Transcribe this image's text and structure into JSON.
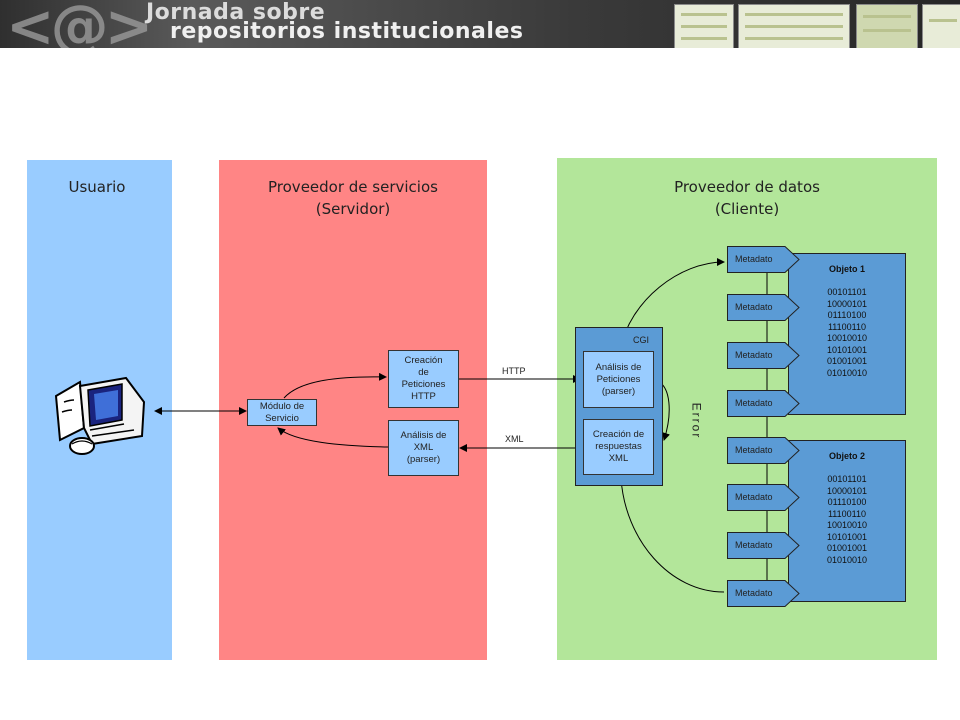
{
  "banner": {
    "logo_symbol": "<@>",
    "line1": "Jornada sobre",
    "line2": "repositorios institucionales"
  },
  "panels": {
    "user": {
      "title": "Usuario"
    },
    "server": {
      "title_line1": "Proveedor de servicios",
      "title_line2": "(Servidor)"
    },
    "client": {
      "title_line1": "Proveedor de datos",
      "title_line2": "(Cliente)"
    }
  },
  "server_boxes": {
    "modulo": [
      "Módulo de",
      "Servicio"
    ],
    "creacion": [
      "Creación",
      "de",
      "Peticiones",
      "HTTP"
    ],
    "analisis": [
      "Análisis de",
      "XML",
      "(parser)"
    ]
  },
  "labels": {
    "http": "HTTP",
    "xml": "XML",
    "cgi": "CGI",
    "error": "Error"
  },
  "cgi_boxes": {
    "analisis": [
      "Análisis de",
      "Peticiones",
      "(parser)"
    ],
    "creacion": [
      "Creación de",
      "respuestas",
      "XML"
    ]
  },
  "objects": [
    {
      "title": "Objeto 1",
      "binary": [
        "00101101",
        "10000101",
        "01110100",
        "11100110",
        "10010010",
        "10101001",
        "01001001",
        "01010010"
      ]
    },
    {
      "title": "Objeto 2",
      "binary": [
        "00101101",
        "10000101",
        "01110100",
        "11100110",
        "10010010",
        "10101001",
        "01001001",
        "01010010"
      ]
    }
  ],
  "metadata_label": "Metadato",
  "metadata": [
    "Metadato",
    "Metadato",
    "Metadato",
    "Metadato",
    "Metadato",
    "Metadato",
    "Metadato",
    "Metadato"
  ],
  "icons": {
    "computer": "computer-icon"
  },
  "colors": {
    "user": "#99ccff",
    "server": "#ff8585",
    "client": "#b3e69a",
    "box": "#99ccff",
    "cgi": "#5b9bd5"
  }
}
